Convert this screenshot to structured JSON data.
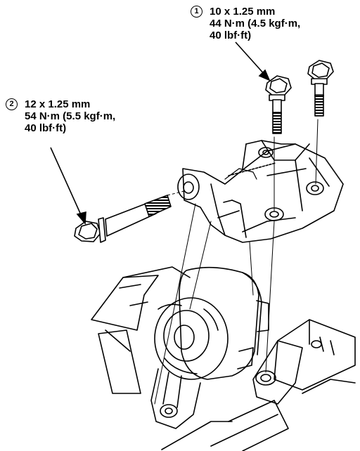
{
  "callouts": [
    {
      "number": "1",
      "lines": [
        "10 x 1.25 mm",
        "44 N·m (4.5 kgf·m,",
        "40 lbf·ft)"
      ]
    },
    {
      "number": "2",
      "lines": [
        "12 x 1.25 mm",
        "54 N·m (5.5 kgf·m,",
        "40 lbf·ft)"
      ]
    }
  ],
  "colors": {
    "ink": "#000000",
    "paper": "#ffffff"
  }
}
